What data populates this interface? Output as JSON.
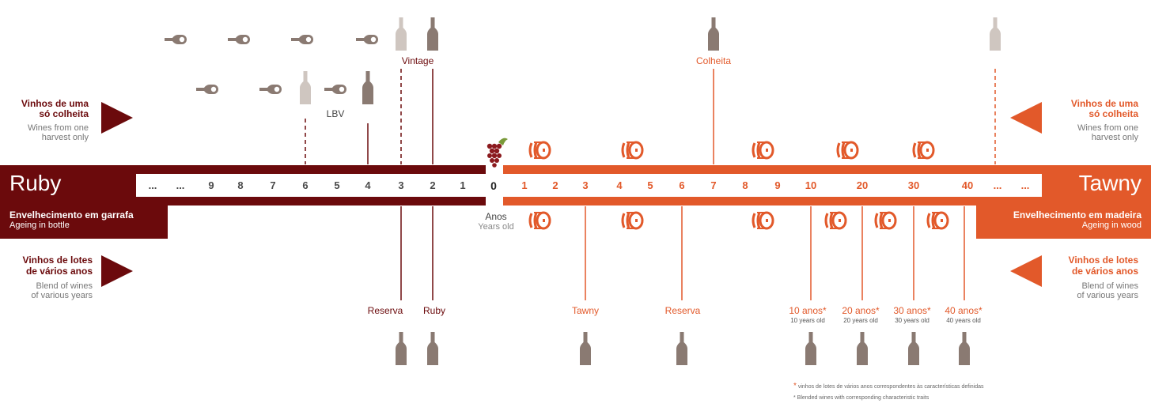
{
  "band": {
    "left_title": "Ruby",
    "right_title": "Tawny",
    "left_ext_title": "Envelhecimento em garrafa",
    "left_ext_sub": "Ageing in bottle",
    "right_ext_title": "Envelhecimento em madeira",
    "right_ext_sub": "Ageing in wood",
    "center_label": "Anos",
    "center_sub": "Years old"
  },
  "scale": {
    "ellipsis": "...",
    "ruby_ticks": [
      "9",
      "8",
      "7",
      "6",
      "5",
      "4",
      "3",
      "2",
      "1"
    ],
    "zero": "0",
    "tawny_ticks": [
      "1",
      "2",
      "3",
      "4",
      "5",
      "6",
      "7",
      "8",
      "9",
      "10",
      "20",
      "30",
      "40"
    ]
  },
  "side": {
    "single_title_1": "Vinhos de uma",
    "single_title_2": "só colheita",
    "single_sub_1": "Wines from one",
    "single_sub_2": "harvest only",
    "blend_title_1": "Vinhos de lotes",
    "blend_title_2": "de vários anos",
    "blend_sub_1": "Blend of wines",
    "blend_sub_2": "of various years"
  },
  "top_labels": {
    "vintage": "Vintage",
    "lbv": "LBV",
    "colheita": "Colheita"
  },
  "bottom_labels": {
    "reserva_ruby": "Reserva",
    "ruby": "Ruby",
    "tawny": "Tawny",
    "reserva_tawny": "Reserva",
    "a10": "10 anos*",
    "a10_sub": "10 years old",
    "a20": "20 anos*",
    "a20_sub": "20 years old",
    "a30": "30 anos*",
    "a30_sub": "30 years old",
    "a40": "40 anos*",
    "a40_sub": "40 years old"
  },
  "footnote": {
    "asterisk": "*",
    "line1": "vinhos de lotes de vários anos correspondentes às características definidas",
    "line2": "* Blended wines with corresponding characteristic traits"
  },
  "colors": {
    "ruby": "#6b0a0c",
    "tawny": "#e2592a",
    "bottle_dark": "#8a7a72",
    "bottle_light": "#cfc6c0"
  },
  "icons": [
    "bottle-icon",
    "bottle-lying-icon",
    "barrel-icon",
    "grapes-icon",
    "arrow-icon"
  ]
}
